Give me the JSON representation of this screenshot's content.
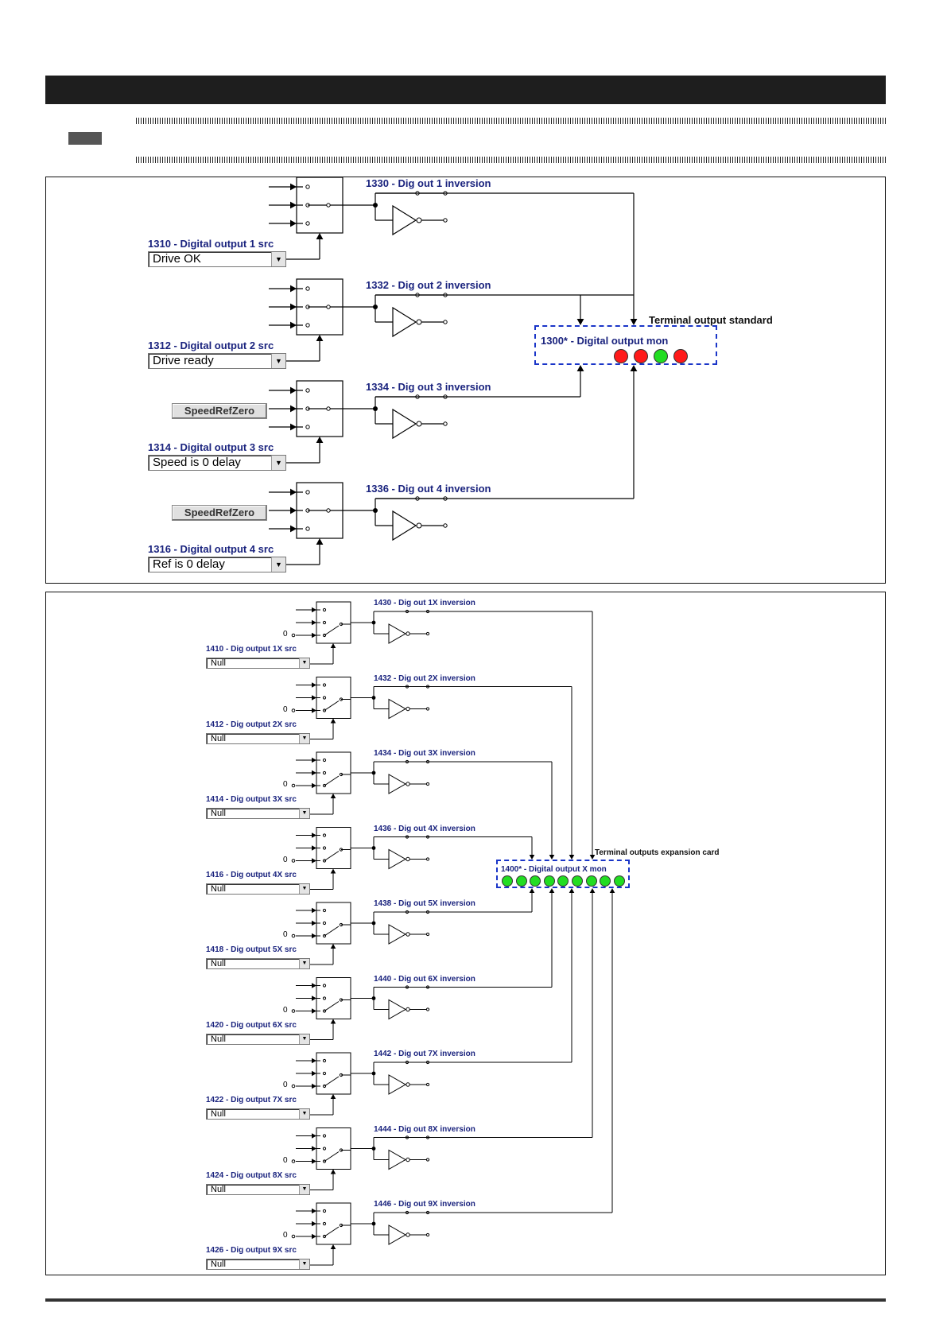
{
  "standard": {
    "outputs": [
      {
        "src_label": "1310 - Digital output 1 src",
        "src_value": "Drive OK",
        "inv_label": "1330 - Dig out 1 inversion",
        "button": ""
      },
      {
        "src_label": "1312 - Digital output 2 src",
        "src_value": "Drive ready",
        "inv_label": "1332 - Dig out 2 inversion",
        "button": ""
      },
      {
        "src_label": "1314 - Digital output 3 src",
        "src_value": "Speed is 0 delay",
        "inv_label": "1334 - Dig out 3 inversion",
        "button": "SpeedRefZero"
      },
      {
        "src_label": "1316 - Digital output 4 src",
        "src_value": "Ref is 0 delay",
        "inv_label": "1336 - Dig out 4 inversion",
        "button": "SpeedRefZero"
      }
    ],
    "monitor": {
      "label": "1300* - Digital output mon",
      "title": "Terminal output standard",
      "leds": [
        "red",
        "red",
        "green",
        "red"
      ]
    }
  },
  "expansion": {
    "zero_label": "0",
    "outputs": [
      {
        "src_label": "1410 - Dig output 1X src",
        "src_value": "Null",
        "inv_label": "1430 - Dig out 1X inversion"
      },
      {
        "src_label": "1412 - Dig output 2X src",
        "src_value": "Null",
        "inv_label": "1432 - Dig out 2X inversion"
      },
      {
        "src_label": "1414 - Dig output 3X src",
        "src_value": "Null",
        "inv_label": "1434 - Dig out 3X inversion"
      },
      {
        "src_label": "1416 - Dig output 4X src",
        "src_value": "Null",
        "inv_label": "1436 - Dig out 4X inversion"
      },
      {
        "src_label": "1418 - Dig output 5X src",
        "src_value": "Null",
        "inv_label": "1438 - Dig out 5X inversion"
      },
      {
        "src_label": "1420 - Dig output 6X src",
        "src_value": "Null",
        "inv_label": "1440 - Dig out 6X inversion"
      },
      {
        "src_label": "1422 - Dig output 7X src",
        "src_value": "Null",
        "inv_label": "1442 - Dig out 7X inversion"
      },
      {
        "src_label": "1424 - Dig output 8X src",
        "src_value": "Null",
        "inv_label": "1444 - Dig out 8X inversion"
      },
      {
        "src_label": "1426 - Dig output 9X src",
        "src_value": "Null",
        "inv_label": "1446 - Dig out 9X inversion"
      }
    ],
    "monitor": {
      "label": "1400* - Digital output X mon",
      "title": "Terminal outputs expansion card",
      "leds": [
        "green",
        "green",
        "green",
        "green",
        "green",
        "green",
        "green",
        "green",
        "green"
      ]
    }
  },
  "colors": {
    "label": "#1a237e",
    "monitor_border": "#1a35c8",
    "led_red": "#ff1a1a",
    "led_green": "#22dd22"
  }
}
